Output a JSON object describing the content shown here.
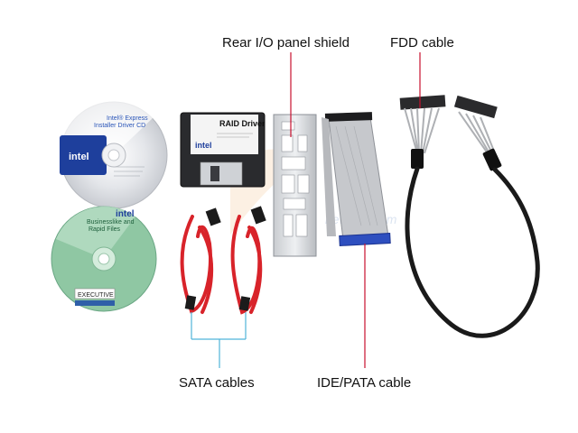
{
  "labels": {
    "rear_io": "Rear I/O panel shield",
    "fdd": "FDD cable",
    "sata": "SATA cables",
    "ide": "IDE/PATA cable"
  },
  "cd1": {
    "brand": "intel",
    "title_line1": "Intel® Express",
    "title_line2": "Installer Driver CD"
  },
  "cd2": {
    "brand": "intel",
    "title_line1": "Businesslike and",
    "title_line2": "Rapid Files",
    "badge": "EXECUTIVE"
  },
  "floppy": {
    "title": "RAID Driver",
    "brand": "intel"
  },
  "watermark": "newegg.com",
  "colors": {
    "leader_line": "#c8102e",
    "sata_bracket": "#4fb3d9",
    "sata_cable": "#d8232a",
    "ide_connector": "#2e4fbf"
  }
}
